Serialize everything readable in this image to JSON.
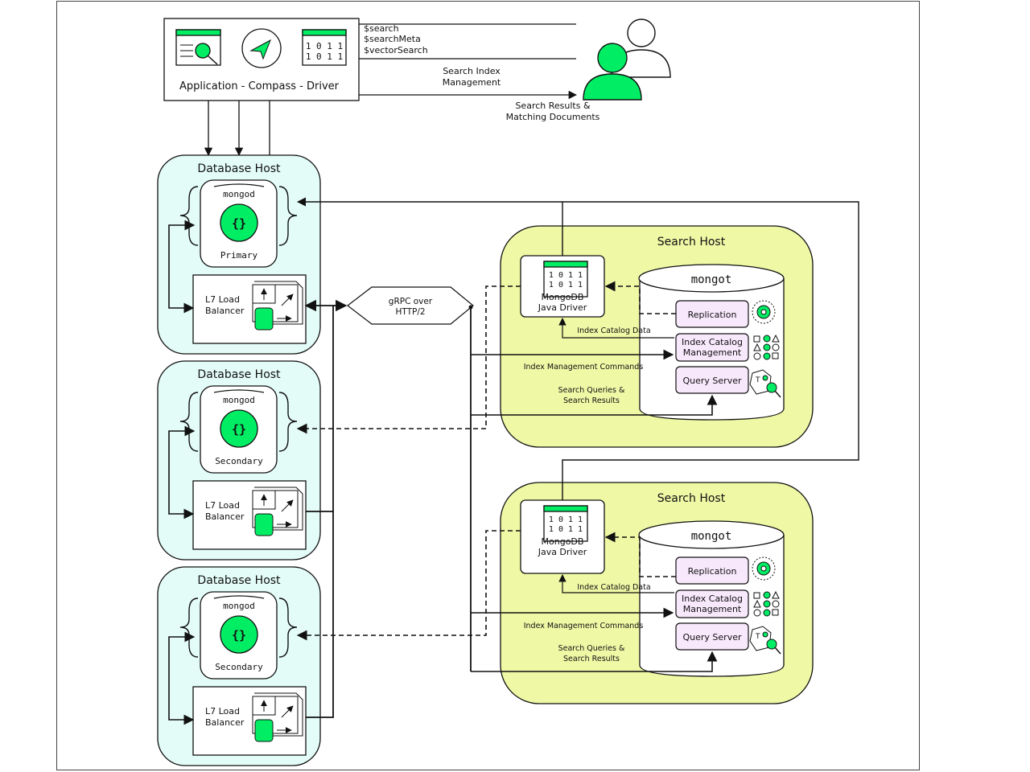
{
  "app": {
    "label": "Application - Compass - Driver",
    "queries": [
      "$search",
      "$searchMeta",
      "$vectorSearch"
    ],
    "search_index_mgmt": [
      "Search Index",
      "Management"
    ],
    "search_results": [
      "Search Results &",
      "Matching Documents"
    ]
  },
  "db_hosts": [
    {
      "title": "Database Host",
      "proc": "mongod",
      "role": "Primary",
      "lb": [
        "L7 Load",
        "Balancer"
      ]
    },
    {
      "title": "Database Host",
      "proc": "mongod",
      "role": "Secondary",
      "lb": [
        "L7 Load",
        "Balancer"
      ]
    },
    {
      "title": "Database Host",
      "proc": "mongod",
      "role": "Secondary",
      "lb": [
        "L7 Load",
        "Balancer"
      ]
    }
  ],
  "grpc": [
    "gRPC over",
    "HTTP/2"
  ],
  "search_hosts": [
    {
      "title": "Search Host",
      "mongot": "mongot",
      "driver": [
        "MongoDB",
        "Java Driver"
      ],
      "replication": "Replication",
      "index_catalog": [
        "Index Catalog",
        "Management"
      ],
      "query_server": "Query Server",
      "index_catalog_data": "Index Catalog Data",
      "index_mgmt_cmds": "Index Management Commands",
      "search_queries": [
        "Search Queries &",
        "Search Results"
      ]
    },
    {
      "title": "Search Host",
      "mongot": "mongot",
      "driver": [
        "MongoDB",
        "Java Driver"
      ],
      "replication": "Replication",
      "index_catalog": [
        "Index Catalog",
        "Management"
      ],
      "query_server": "Query Server",
      "index_catalog_data": "Index Catalog Data",
      "index_mgmt_cmds": "Index Management Commands",
      "search_queries": [
        "Search Queries &",
        "Search Results"
      ]
    }
  ],
  "binary_glyph": [
    "1 0 1 1",
    "1 0 1 1"
  ],
  "colors": {
    "green": "#00ED64",
    "mint": "#E3FCF7",
    "lime": "#EEF8A5",
    "lavender": "#F8E8FC",
    "dark": "#001E2B"
  }
}
